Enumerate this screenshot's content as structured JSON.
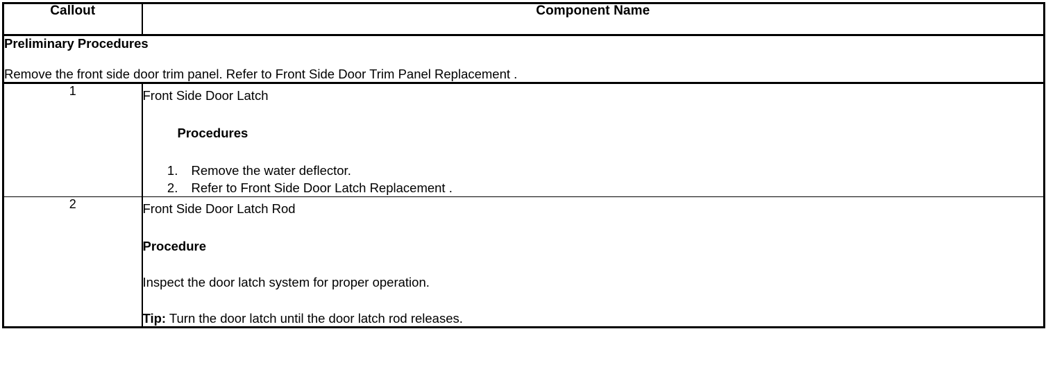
{
  "table": {
    "headers": {
      "callout": "Callout",
      "component_name": "Component Name"
    },
    "preliminary": {
      "title": "Preliminary Procedures",
      "text": "Remove the front side door trim panel. Refer to Front Side Door Trim Panel Replacement ."
    },
    "rows": [
      {
        "callout": "1",
        "component": "Front Side Door Latch",
        "subheading": "Procedures",
        "steps": [
          "Remove the water deflector.",
          "Refer to Front Side Door Latch Replacement ."
        ]
      },
      {
        "callout": "2",
        "component": "Front Side Door Latch Rod",
        "subheading": "Procedure",
        "paragraph": "Inspect the door latch system for proper operation.",
        "tip_label": "Tip:",
        "tip_text": " Turn the door latch until the door latch rod releases."
      }
    ]
  },
  "colors": {
    "border": "#000000",
    "text": "#000000",
    "background": "#ffffff"
  }
}
